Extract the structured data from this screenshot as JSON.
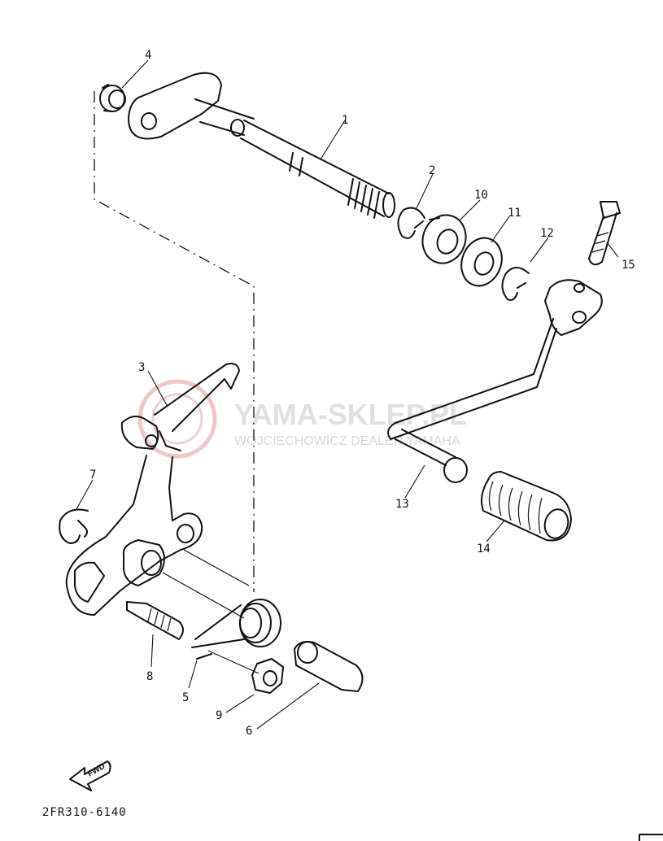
{
  "diagram": {
    "part_code": "2FR310-6140",
    "fwd_label": "FWD",
    "watermark": {
      "title": "YAMA-SKLEP.PL",
      "subtitle": "WOJCIECHOWICZ DEALER YAMAHA",
      "color": "#e8a0a0"
    },
    "callouts": {
      "p1": "1",
      "p2": "2",
      "p3": "3",
      "p4": "4",
      "p5": "5",
      "p6": "6",
      "p7": "7",
      "p8": "8",
      "p9": "9",
      "p10": "10",
      "p11": "11",
      "p12": "12",
      "p13": "13",
      "p14": "14",
      "p15": "15"
    }
  }
}
